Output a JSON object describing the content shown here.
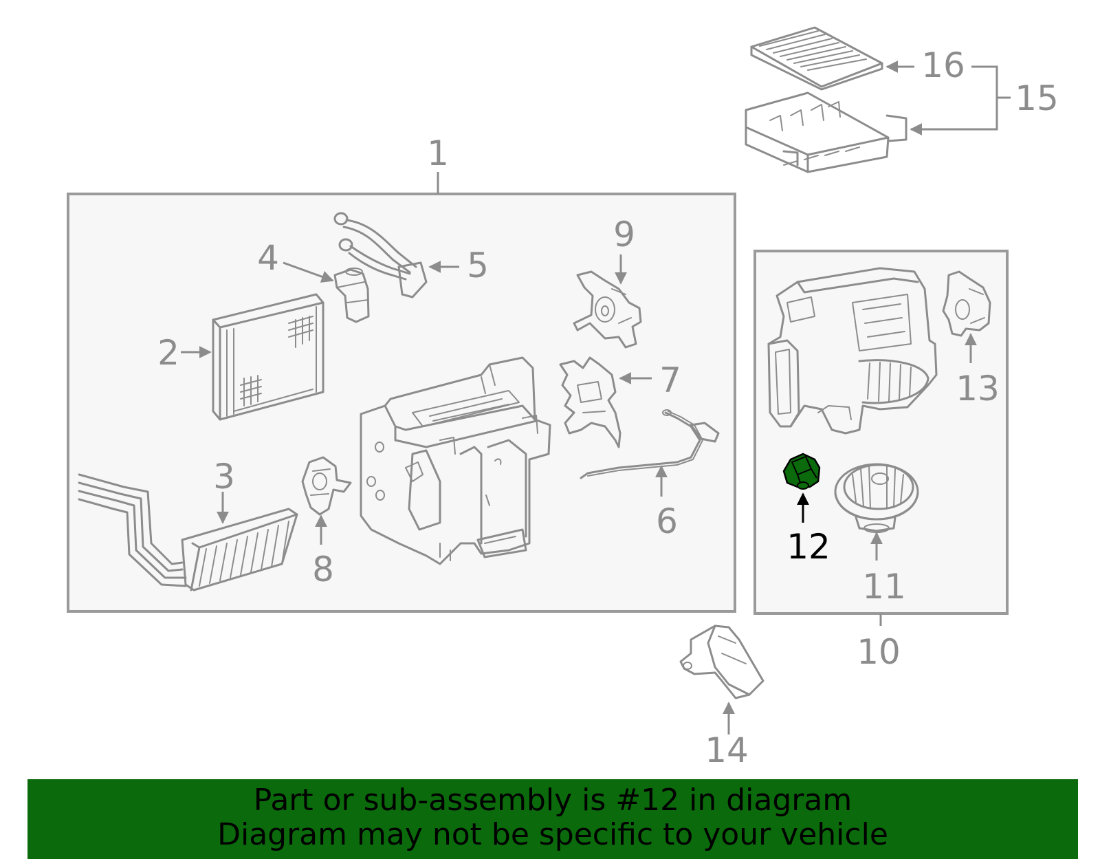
{
  "diagram": {
    "highlighted_part": "12",
    "highlight_color": "#0b6a0b",
    "line_color": "#8c8c8c",
    "labels": {
      "p1": "1",
      "p2": "2",
      "p3": "3",
      "p4": "4",
      "p5": "5",
      "p6": "6",
      "p7": "7",
      "p8": "8",
      "p9": "9",
      "p10": "10",
      "p11": "11",
      "p12": "12",
      "p13": "13",
      "p14": "14",
      "p15": "15",
      "p16": "16"
    }
  },
  "banner": {
    "line1": "Part or sub-assembly is #12 in diagram",
    "line2": "Diagram may not be specific to your vehicle",
    "background": "#0b6a0b"
  }
}
